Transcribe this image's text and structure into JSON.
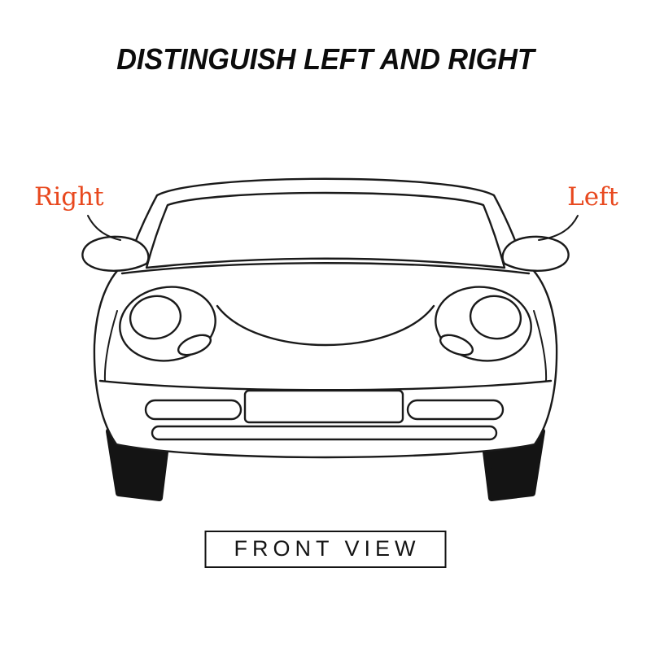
{
  "title": "DISTINGUISH LEFT AND RIGHT",
  "labels": {
    "right": "Right",
    "left": "Left"
  },
  "caption": "FRONT VIEW",
  "colors": {
    "label_accent": "#E8481E",
    "line": "#1A1A1A",
    "tire_fill": "#141414",
    "background": "#FFFFFF"
  },
  "illustration": {
    "name": "car-front-view",
    "description": "Line drawing of a car front view with side mirrors; viewer-left mirror labeled Right, viewer-right mirror labeled Left"
  }
}
